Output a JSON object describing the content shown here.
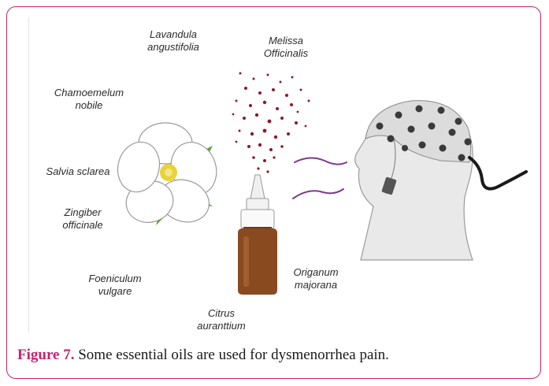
{
  "labels": {
    "lavandula": "Lavandula\nangustifolia",
    "melissa": "Melissa\nOfficinalis",
    "chamoemelum": "Chamoemelum\nnobile",
    "salvia": "Salvia sclarea",
    "zingiber": "Zingiber\nofficinale",
    "foeniculum": "Foeniculum\nvulgare",
    "citrus": "Citrus\nauranttium",
    "origanum": "Origanum\nmajorana"
  },
  "caption": {
    "figure_label": "Figure 7.",
    "text": " Some essential oils are used for dysmenorrhea pain."
  },
  "colors": {
    "accent": "#cc1f6b",
    "bottle": "#8a4a1f",
    "petal": "#ffffff",
    "leaf": "#5aa23a",
    "flower_center": "#e8d23a",
    "spray_dots": "#8b1a2a",
    "scent_lines": "#7a3b8f",
    "head": "#e9e9e9"
  }
}
